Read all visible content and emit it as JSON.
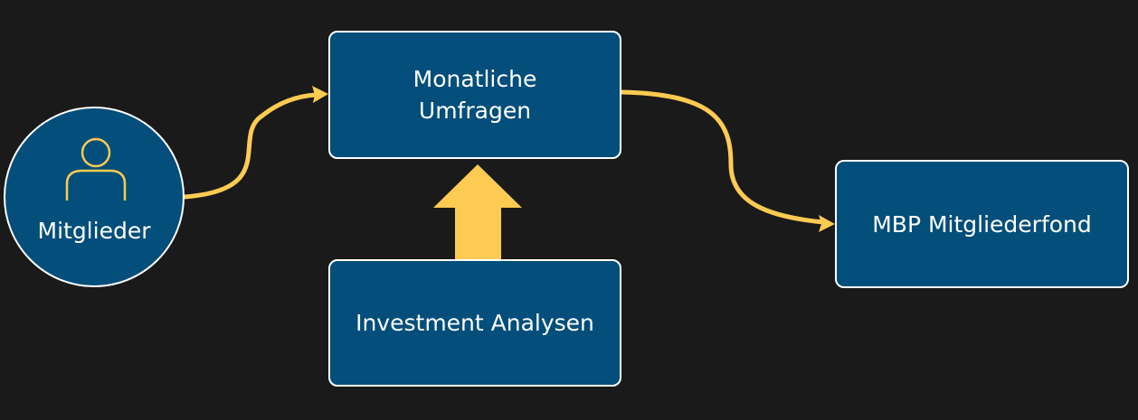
{
  "nodes": {
    "mitglieder": {
      "label": "Mitglieder",
      "icon": "person-icon"
    },
    "umfragen": {
      "line1": "Monatliche",
      "line2": "Umfragen"
    },
    "analysen": {
      "label": "Investment Analysen"
    },
    "fond": {
      "label": "MBP Mitgliederfond"
    }
  },
  "colors": {
    "background": "#1a1a1a",
    "node_fill": "#034e7a",
    "node_border": "#ffffff",
    "arrow": "#fecb52",
    "text": "#ffffff"
  }
}
